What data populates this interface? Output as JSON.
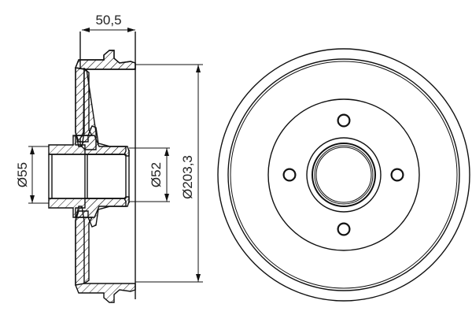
{
  "drawing": {
    "subject": "brake drum",
    "views": [
      "cross-section side view",
      "front view"
    ],
    "line_color": "#111111",
    "background": "#ffffff"
  },
  "dimensions": {
    "width": {
      "label": "50,5",
      "value": 50.5,
      "unit": "mm"
    },
    "outer_diameter": {
      "label": "Ø203,3",
      "value": 203.3,
      "unit": "mm"
    },
    "hub_bore_diameter": {
      "label": "Ø52",
      "value": 52,
      "unit": "mm"
    },
    "hub_outer_diameter": {
      "label": "Ø55",
      "value": 55,
      "unit": "mm"
    }
  },
  "front_view": {
    "bolt_holes": 4
  }
}
